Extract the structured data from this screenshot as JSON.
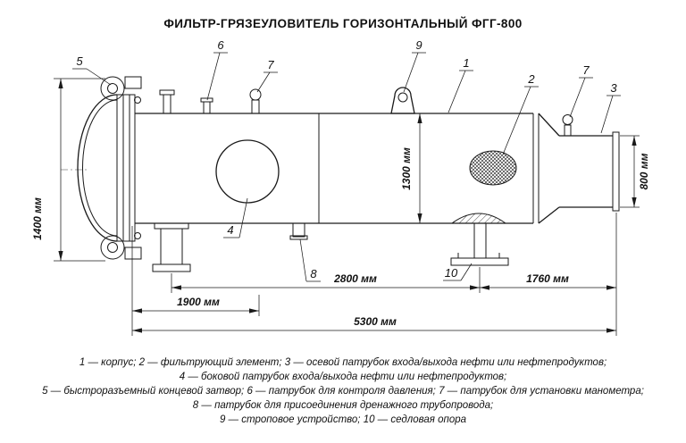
{
  "title": "ФИЛЬТР-ГРЯЗЕУЛОВИТЕЛЬ ГОРИЗОНТАЛЬНЫЙ ФГГ-800",
  "dimensions": {
    "overall_height": "1400 мм",
    "shell_diameter": "1300 мм",
    "nozzle_diameter": "800 мм",
    "span_front": "2800 мм",
    "span_rear": "1760 мм",
    "span_closure": "1900 мм",
    "overall_length": "5300 мм"
  },
  "callouts": {
    "c1": "1",
    "c2": "2",
    "c3": "3",
    "c4": "4",
    "c5": "5",
    "c6": "6",
    "c7a": "7",
    "c7b": "7",
    "c8": "8",
    "c9": "9",
    "c10": "10"
  },
  "legend": {
    "line1": "1 — корпус; 2 — фильтрующий элемент; 3 — осевой патрубок входа/выхода нефти или нефтепродуктов;",
    "line2": "4 — боковой патрубок входа/выхода нефти или нефтепродуктов;",
    "line3": "5 — быстроразъемный концевой затвор; 6 — патрубок для контроля давления; 7 — патрубок для установки манометра;",
    "line4": "8 — патрубок для присоединения дренажного трубопровода;",
    "line5": "9 — строповое устройство; 10 — седловая опора"
  }
}
